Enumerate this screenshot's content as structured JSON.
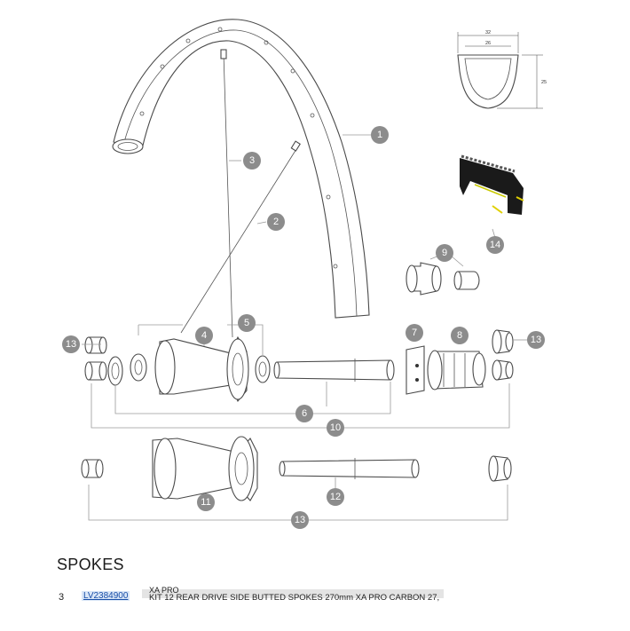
{
  "diagram": {
    "callouts": [
      "1",
      "2",
      "3",
      "4",
      "5",
      "6",
      "7",
      "8",
      "9",
      "10",
      "11",
      "12",
      "13",
      "13",
      "13",
      "14"
    ],
    "rim_profile_dimensions": {
      "outer_width": "32",
      "inner_width": "26",
      "height": "25"
    }
  },
  "section": {
    "title": "SPOKES"
  },
  "parts": [
    {
      "qty": "3",
      "ref": "LV2384900",
      "model": "XA PRO",
      "description": "KIT 12 REAR DRIVE SIDE BUTTED SPOKES 270mm XA PRO CARBON 27,"
    }
  ]
}
